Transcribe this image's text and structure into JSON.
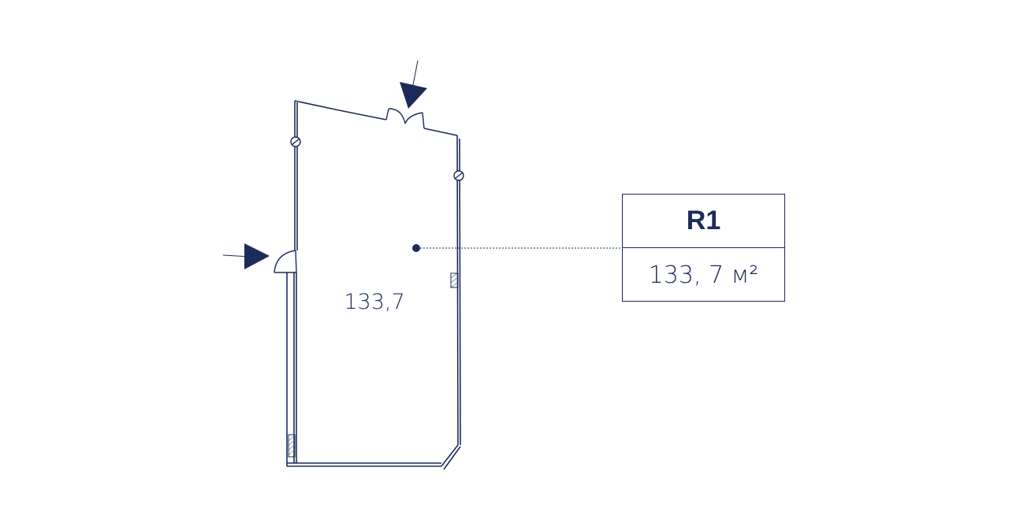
{
  "plan": {
    "room_area_label": "133,7"
  },
  "card": {
    "title": "R1",
    "area": "133, 7 м²"
  },
  "colors": {
    "ink": "#1c2b5a",
    "wall": "#7a849c",
    "background": "#ffffff"
  },
  "icons": {
    "entrance_marker": "triangle-arrow-icon",
    "door": "door-swing-icon",
    "column": "column-circle-icon",
    "leader_dot": "dot-icon"
  }
}
